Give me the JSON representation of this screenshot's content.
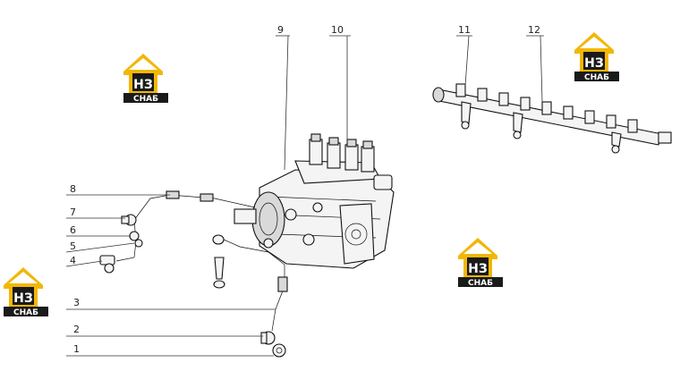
{
  "callouts": [
    {
      "id": "1",
      "label": "1"
    },
    {
      "id": "2",
      "label": "2"
    },
    {
      "id": "3",
      "label": "3"
    },
    {
      "id": "4",
      "label": "4"
    },
    {
      "id": "5",
      "label": "5"
    },
    {
      "id": "6",
      "label": "6"
    },
    {
      "id": "7",
      "label": "7"
    },
    {
      "id": "8",
      "label": "8"
    },
    {
      "id": "9",
      "label": "9"
    },
    {
      "id": "10",
      "label": "10"
    },
    {
      "id": "11",
      "label": "11"
    },
    {
      "id": "12",
      "label": "12"
    }
  ],
  "watermark": {
    "letters": "НЗ",
    "subtitle": "СНАБ",
    "colors": {
      "roof": "#f2b705",
      "dark": "#1a1a1a",
      "text_light": "#ffffff"
    }
  }
}
